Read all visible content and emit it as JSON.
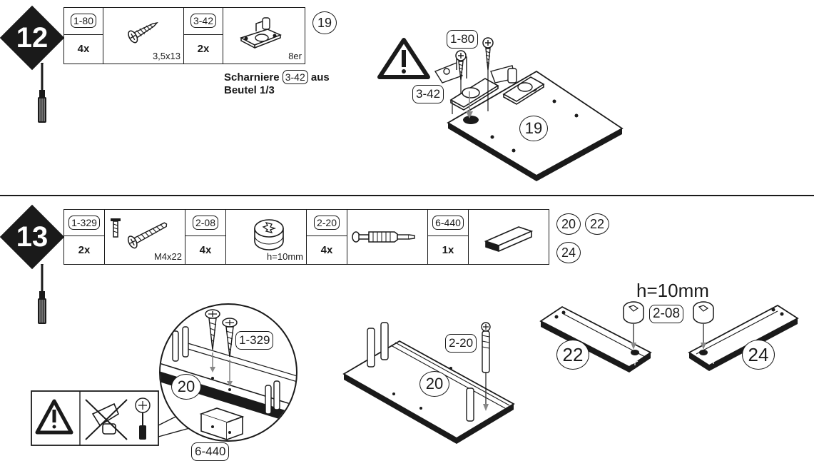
{
  "step12": {
    "number": "12",
    "parts": [
      {
        "code": "1-80",
        "qty": "4x",
        "spec": "3,5x13",
        "icon": "screw-icon"
      },
      {
        "code": "3-42",
        "qty": "2x",
        "spec": "8er",
        "icon": "hinge-icon"
      }
    ],
    "bag_ref": "19",
    "note_prefix": "Scharniere",
    "note_code": "3-42",
    "note_suffix": "aus",
    "note_line2": "Beutel 1/3",
    "diagram": {
      "panel": "19",
      "screw_code": "1-80",
      "hinge_code": "3-42"
    }
  },
  "step13": {
    "number": "13",
    "parts": [
      {
        "code": "1-329",
        "qty": "2x",
        "spec": "M4x22",
        "icon": "screw-icon"
      },
      {
        "code": "2-08",
        "qty": "4x",
        "spec": "h=10mm",
        "icon": "cam-lock-icon"
      },
      {
        "code": "2-20",
        "qty": "4x",
        "spec": "",
        "icon": "cam-bolt-icon"
      },
      {
        "code": "6-440",
        "qty": "1x",
        "spec": "",
        "icon": "block-icon"
      }
    ],
    "refs": [
      "20",
      "22",
      "24"
    ],
    "diagram": {
      "zoom_panel": "20",
      "zoom_screw_code": "1-329",
      "zoom_block_code": "6-440",
      "mid_panel": "20",
      "mid_bolt_code": "2-20",
      "height_label": "h=10mm",
      "cam_code": "2-08",
      "left_panel": "22",
      "right_panel": "24"
    }
  }
}
